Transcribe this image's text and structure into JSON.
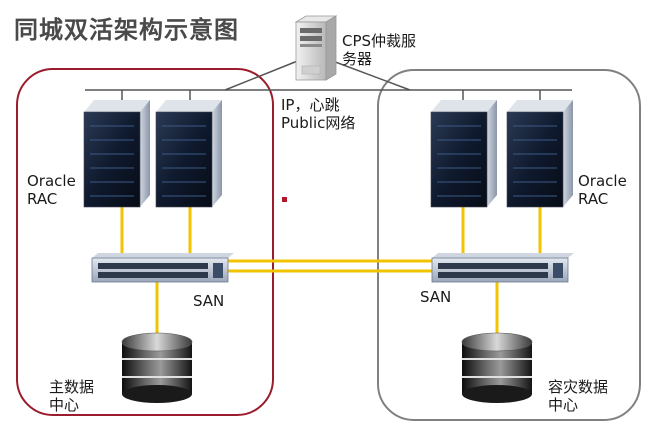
{
  "title": "同城双活架构示意图",
  "arbiter": {
    "label_line1": "CPS仲裁服",
    "label_line2": "务器"
  },
  "network": {
    "label_line1": "IP，心跳",
    "label_line2": "Public网络"
  },
  "primary_site": {
    "rac_line1": "Oracle",
    "rac_line2": "RAC",
    "san": "SAN",
    "dc_line1": "主数据",
    "dc_line2": "中心",
    "color": "#9b1c2c"
  },
  "dr_site": {
    "rac_line1": "Oracle",
    "rac_line2": "RAC",
    "san": "SAN",
    "dc_line1": "容灾数据",
    "dc_line2": "中心",
    "color": "#808080"
  },
  "link_color": "#f2c300"
}
